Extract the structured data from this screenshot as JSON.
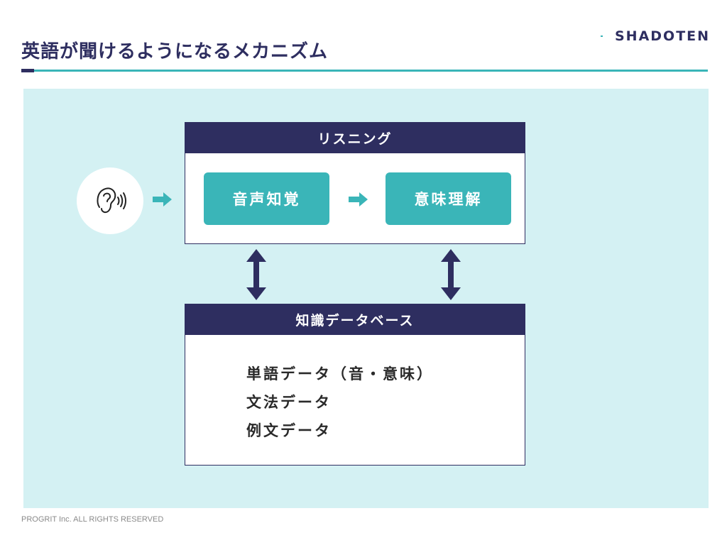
{
  "header": {
    "title": "英語が聞けるようになるメカニズム",
    "brand": "SHADOTEN"
  },
  "listening": {
    "title": "リスニング",
    "steps": [
      "音声知覚",
      "意味理解"
    ]
  },
  "knowledge": {
    "title": "知識データベース",
    "items": [
      "単語データ（音・意味）",
      "文法データ",
      "例文データ"
    ]
  },
  "icons": {
    "input": "ear-icon"
  },
  "colors": {
    "navy": "#2e2e60",
    "teal": "#3ab5b8",
    "panel": "#d4f1f3"
  },
  "footer": {
    "copyright": "PROGRIT Inc. ALL RIGHTS RESERVED"
  }
}
